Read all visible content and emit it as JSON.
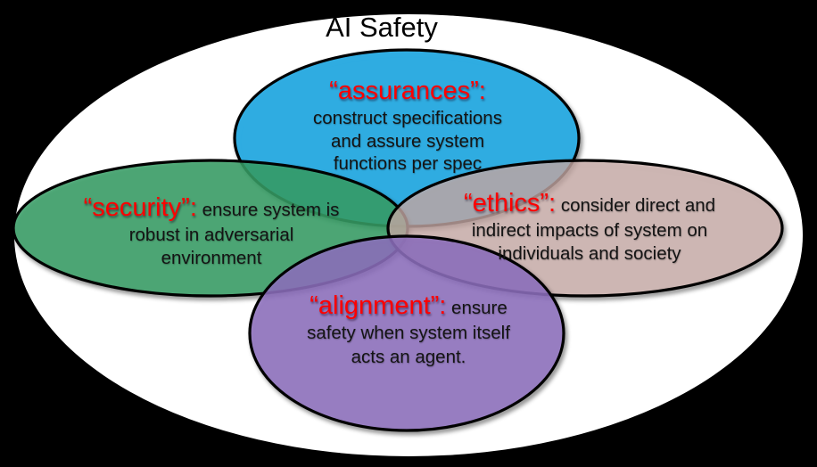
{
  "title": "AI Safety",
  "colors": {
    "background": "#000000",
    "outer_ellipse": "#ffffff",
    "assurances_fill": "#29abe2",
    "security_fill": "#37a067",
    "ethics_fill": "#ccaeaa",
    "alignment_fill": "#8f70c0",
    "outline": "#000000",
    "term_red": "#fe0000",
    "body_text": "#141414"
  },
  "diagram": {
    "type": "venn",
    "outer_label": "AI Safety",
    "sets": {
      "assurances": {
        "term": "“assurances”:",
        "desc_lines": [
          "construct specifications",
          "and assure system",
          "functions per spec"
        ]
      },
      "security": {
        "term": "“security”:",
        "desc_inline": " ensure system is",
        "desc_lines": [
          "robust in adversarial",
          "environment"
        ]
      },
      "ethics": {
        "term": "“ethics”:",
        "desc_inline": " consider direct and",
        "desc_lines": [
          "indirect impacts of system on",
          "individuals and society"
        ]
      },
      "alignment": {
        "term": "“alignment”:",
        "desc_inline": " ensure",
        "desc_lines": [
          "safety when system itself",
          "acts an agent."
        ]
      }
    }
  }
}
